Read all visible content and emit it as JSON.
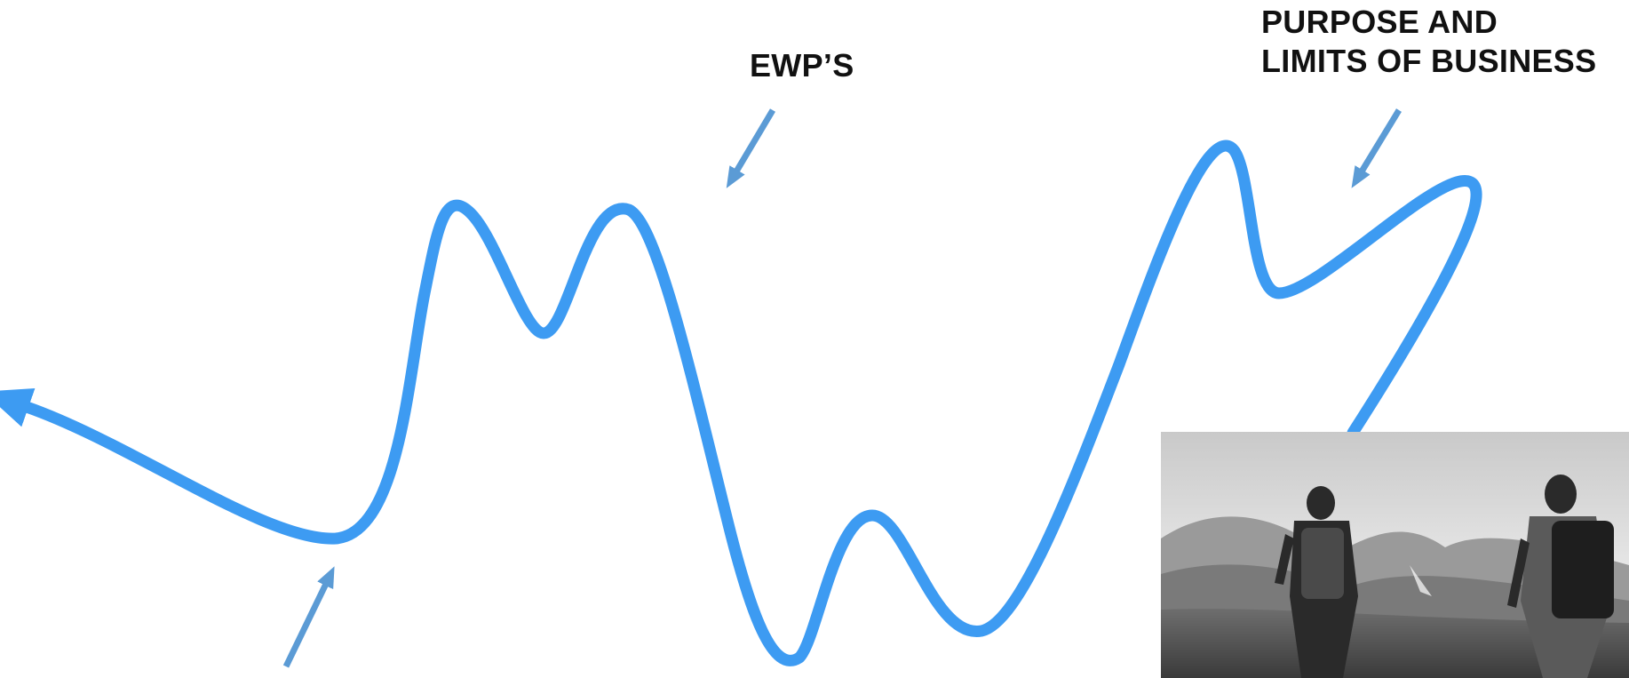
{
  "labels": {
    "ewps": "EWP’S",
    "purpose_line1": "PURPOSE AND",
    "purpose_line2": "LIMITS OF BUSINESS"
  },
  "colors": {
    "path": "#3d9bf2",
    "pointer_arrows": "#5b9bd5",
    "text": "#111111"
  },
  "photo": {
    "subject": "two hikers with backpacks walking toward mountains, black and white"
  }
}
